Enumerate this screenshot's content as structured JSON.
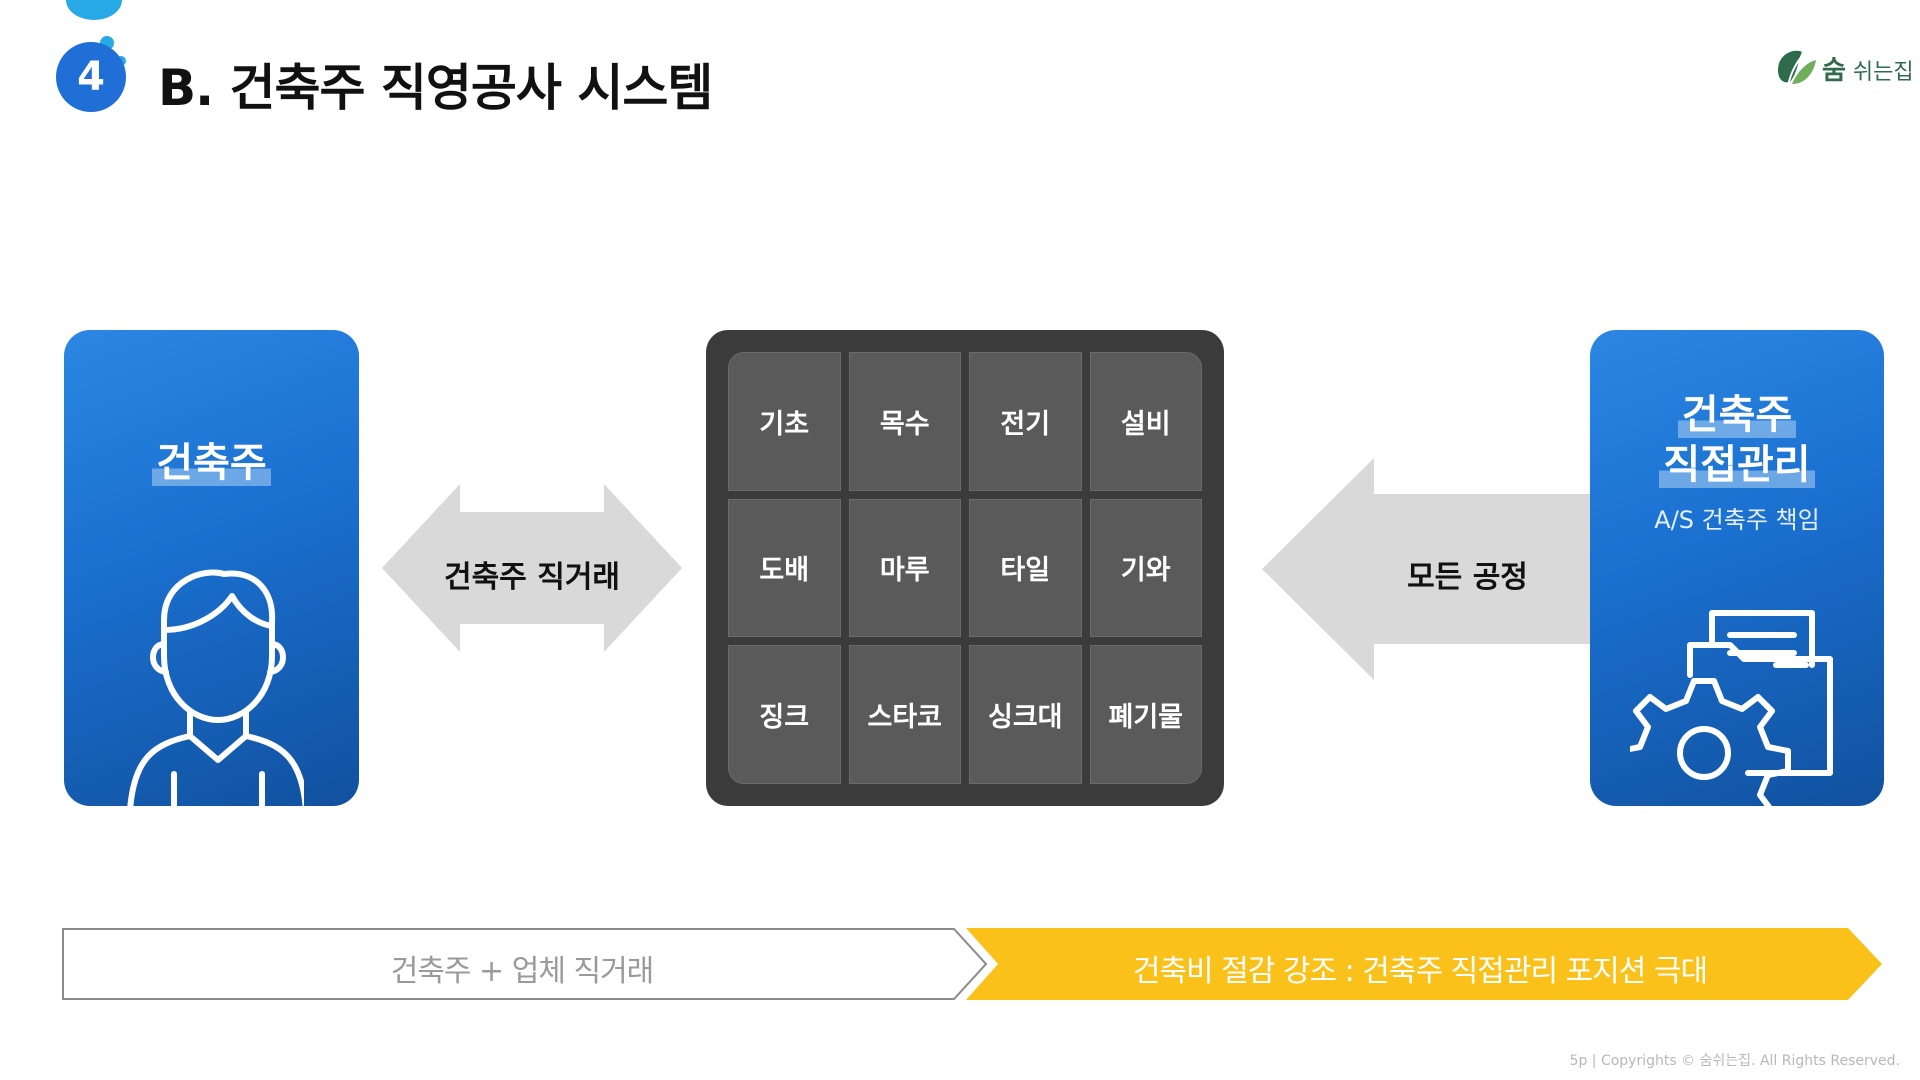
{
  "header": {
    "step_number": "4",
    "title": "B. 건축주 직영공사 시스템",
    "brand": {
      "mark": "숨",
      "name": "쉬는집"
    }
  },
  "owner_card": {
    "title": "건축주",
    "icon": "person-icon"
  },
  "left_arrow": {
    "label": "건축주 직거래"
  },
  "trades": {
    "rows": [
      [
        "기초",
        "목수",
        "전기",
        "설비"
      ],
      [
        "도배",
        "마루",
        "타일",
        "기와"
      ],
      [
        "징크",
        "스타코",
        "싱크대",
        "폐기물"
      ]
    ]
  },
  "right_arrow": {
    "label": "모든 공정"
  },
  "management_card": {
    "title_line1": "건축주",
    "title_line2": "직접관리",
    "subtitle": "A/S 건축주 책임",
    "icon": "folder-gear-icon"
  },
  "bottom_banner": {
    "left_label": "건축주 + 업체 직거래",
    "right_label": "건축비 절감 강조 : 건축주 직접관리 포지션 극대"
  },
  "footer": {
    "text": "5p  |  Copyrights © 숨쉬는집. All Rights Reserved."
  },
  "colors": {
    "primary_blue": "#1a6fcf",
    "grid_dark": "#3b3b3b",
    "cell_gray": "#5a5a5a",
    "arrow_gray": "#d9d9d9",
    "accent_yellow": "#f9c11a"
  }
}
